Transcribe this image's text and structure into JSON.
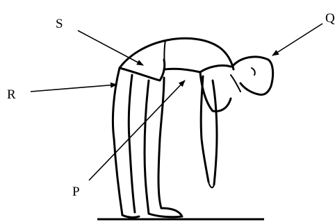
{
  "labels": {
    "s": "S",
    "q": "Q",
    "r": "R",
    "p": "P"
  },
  "colors": {
    "ink": "#000000",
    "background": "#ffffff"
  }
}
